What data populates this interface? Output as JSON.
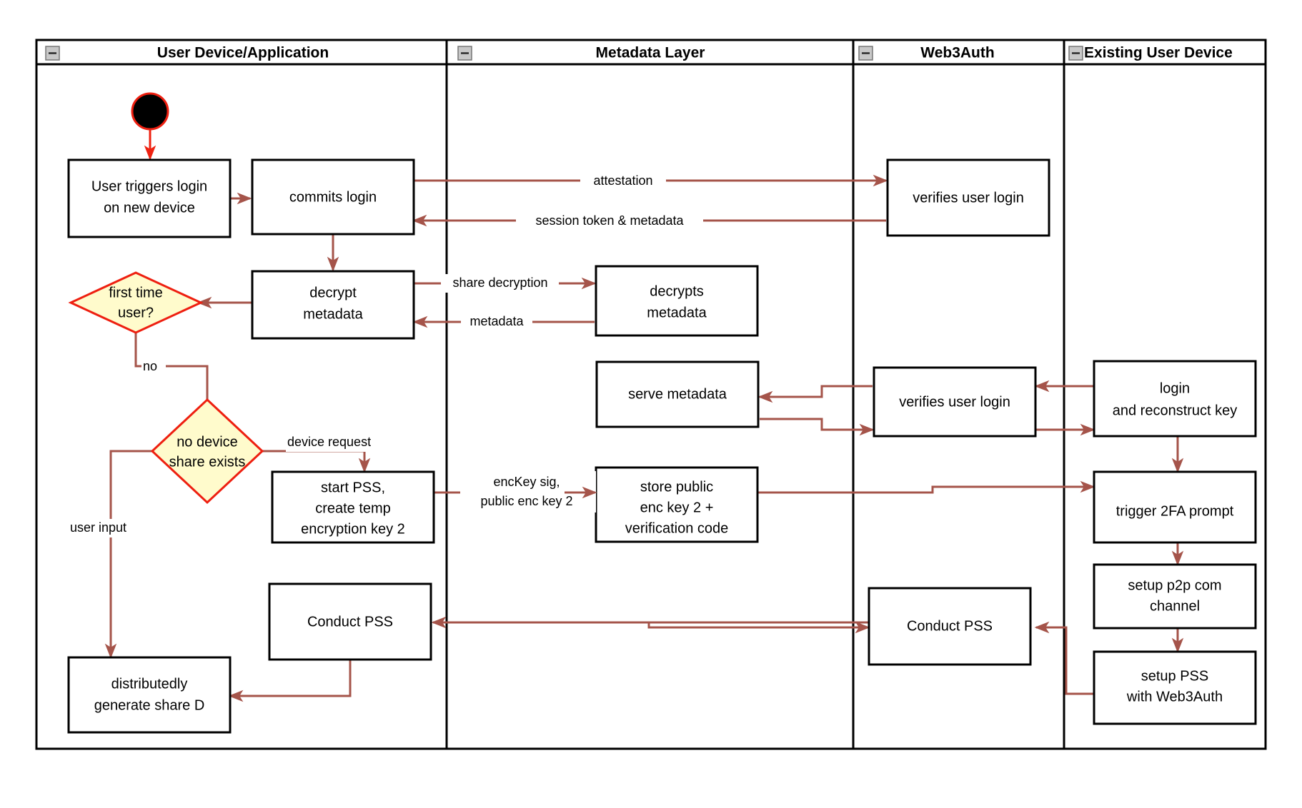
{
  "diagram": {
    "type": "swimlane-activity-diagram",
    "lanes": [
      {
        "id": "user-device",
        "title": "User Device/Application",
        "title_align": "center"
      },
      {
        "id": "metadata-layer",
        "title": "Metadata Layer",
        "title_align": "center"
      },
      {
        "id": "web3auth",
        "title": "Web3Auth",
        "title_align": "center"
      },
      {
        "id": "existing-user-device",
        "title": "Existing User Device",
        "title_align": "left"
      }
    ],
    "collapse_icon": "minus-box-icon",
    "colors": {
      "flow_arrow": "#a5544a",
      "start_node_fill": "#000000",
      "start_node_stroke": "#ee1f10",
      "decision_fill": "#fffbcc",
      "decision_stroke": "#ee1f10",
      "box_stroke": "#000000",
      "lane_stroke": "#000000"
    },
    "nodes": [
      {
        "id": "start",
        "lane": "user-device",
        "shape": "start",
        "label": ""
      },
      {
        "id": "user-triggers-login",
        "lane": "user-device",
        "shape": "process",
        "label": "User triggers login\non new device"
      },
      {
        "id": "commits-login",
        "lane": "user-device",
        "shape": "process",
        "label": "commits login"
      },
      {
        "id": "verifies-user-login-1",
        "lane": "web3auth",
        "shape": "process",
        "label": "verifies user login"
      },
      {
        "id": "decrypt-metadata",
        "lane": "user-device",
        "shape": "process",
        "label": "decrypt\nmetadata"
      },
      {
        "id": "decrypts-metadata",
        "lane": "metadata-layer",
        "shape": "process",
        "label": "decrypts\nmetadata"
      },
      {
        "id": "first-time-user",
        "lane": "user-device",
        "shape": "decision",
        "label": "first time\nuser?"
      },
      {
        "id": "serve-metadata",
        "lane": "metadata-layer",
        "shape": "process",
        "label": "serve metadata"
      },
      {
        "id": "verifies-user-login-2",
        "lane": "web3auth",
        "shape": "process",
        "label": "verifies user login"
      },
      {
        "id": "login-and-reconstruct-key",
        "lane": "existing-user-device",
        "shape": "process",
        "label": "login\nand reconstruct key"
      },
      {
        "id": "no-device-share-exists",
        "lane": "user-device",
        "shape": "decision",
        "label": "no device\nshare exists"
      },
      {
        "id": "start-pss-create-temp-key",
        "lane": "user-device",
        "shape": "process",
        "label": "start PSS,\ncreate temp\nencryption key 2"
      },
      {
        "id": "store-public-enc-key",
        "lane": "metadata-layer",
        "shape": "process",
        "label": "store public\nenc key 2 +\nverification code"
      },
      {
        "id": "trigger-2fa-prompt",
        "lane": "existing-user-device",
        "shape": "process",
        "label": "trigger 2FA prompt"
      },
      {
        "id": "setup-p2p-com-channel",
        "lane": "existing-user-device",
        "shape": "process",
        "label": "setup p2p com\nchannel"
      },
      {
        "id": "conduct-pss-user",
        "lane": "user-device",
        "shape": "process",
        "label": "Conduct PSS"
      },
      {
        "id": "conduct-pss-web3auth",
        "lane": "web3auth",
        "shape": "process",
        "label": "Conduct PSS"
      },
      {
        "id": "setup-pss-with-web3auth",
        "lane": "existing-user-device",
        "shape": "process",
        "label": "setup PSS\nwith Web3Auth"
      },
      {
        "id": "distributedly-generate-share-d",
        "lane": "user-device",
        "shape": "process",
        "label": "distributedly\ngenerate share D"
      }
    ],
    "node_labels": {
      "user_triggers_login_l1": "User triggers login",
      "user_triggers_login_l2": "on new device",
      "commits_login": "commits login",
      "verifies_user_login_1": "verifies user login",
      "decrypt_metadata_l1": "decrypt",
      "decrypt_metadata_l2": "metadata",
      "decrypts_metadata_l1": "decrypts",
      "decrypts_metadata_l2": "metadata",
      "first_time_user_l1": "first time",
      "first_time_user_l2": "user?",
      "serve_metadata": "serve metadata",
      "verifies_user_login_2": "verifies user login",
      "login_reconstruct_l1": "login",
      "login_reconstruct_l2": "and reconstruct key",
      "no_device_share_l1": "no device",
      "no_device_share_l2": "share exists",
      "start_pss_l1": "start PSS,",
      "start_pss_l2": "create temp",
      "start_pss_l3": "encryption key 2",
      "store_public_l1": "store public",
      "store_public_l2": "enc key 2 +",
      "store_public_l3": "verification code",
      "trigger_2fa": "trigger 2FA prompt",
      "setup_p2p_l1": "setup p2p com",
      "setup_p2p_l2": "channel",
      "conduct_pss_user": "Conduct PSS",
      "conduct_pss_web3auth": "Conduct PSS",
      "setup_pss_l1": "setup PSS",
      "setup_pss_l2": "with Web3Auth",
      "distributedly_l1": "distributedly",
      "distributedly_l2": "generate share D"
    },
    "edge_labels": {
      "attestation": "attestation",
      "session_token": "session token & metadata",
      "share_decryption": "share decryption",
      "metadata": "metadata",
      "no": "no",
      "device_request": "device request",
      "user_input": "user input",
      "enckey_sig_l1": "encKey sig,",
      "enckey_sig_l2": "public enc key 2"
    },
    "edges": [
      {
        "from": "start",
        "to": "user-triggers-login",
        "label": ""
      },
      {
        "from": "user-triggers-login",
        "to": "commits-login",
        "label": ""
      },
      {
        "from": "commits-login",
        "to": "verifies-user-login-1",
        "label": "attestation"
      },
      {
        "from": "verifies-user-login-1",
        "to": "commits-login",
        "label": "session token & metadata"
      },
      {
        "from": "commits-login",
        "to": "decrypt-metadata",
        "label": ""
      },
      {
        "from": "decrypt-metadata",
        "to": "decrypts-metadata",
        "label": "share decryption"
      },
      {
        "from": "decrypts-metadata",
        "to": "decrypt-metadata",
        "label": "metadata"
      },
      {
        "from": "decrypt-metadata",
        "to": "first-time-user",
        "label": ""
      },
      {
        "from": "first-time-user",
        "to": "no-device-share-exists",
        "label": "no"
      },
      {
        "from": "login-and-reconstruct-key",
        "to": "verifies-user-login-2",
        "label": ""
      },
      {
        "from": "verifies-user-login-2",
        "to": "serve-metadata",
        "label": ""
      },
      {
        "from": "serve-metadata",
        "to": "verifies-user-login-2",
        "label": ""
      },
      {
        "from": "verifies-user-login-2",
        "to": "login-and-reconstruct-key",
        "label": ""
      },
      {
        "from": "no-device-share-exists",
        "to": "start-pss-create-temp-key",
        "label": "device request"
      },
      {
        "from": "no-device-share-exists",
        "to": "distributedly-generate-share-d",
        "label": "user input"
      },
      {
        "from": "start-pss-create-temp-key",
        "to": "store-public-enc-key",
        "label": "encKey sig, public enc key 2"
      },
      {
        "from": "store-public-enc-key",
        "to": "trigger-2fa-prompt",
        "label": ""
      },
      {
        "from": "login-and-reconstruct-key",
        "to": "trigger-2fa-prompt",
        "label": ""
      },
      {
        "from": "trigger-2fa-prompt",
        "to": "setup-p2p-com-channel",
        "label": ""
      },
      {
        "from": "setup-p2p-com-channel",
        "to": "setup-pss-with-web3auth",
        "label": ""
      },
      {
        "from": "setup-pss-with-web3auth",
        "to": "conduct-pss-web3auth",
        "label": ""
      },
      {
        "from": "conduct-pss-web3auth",
        "to": "conduct-pss-user",
        "label": ""
      },
      {
        "from": "conduct-pss-user",
        "to": "distributedly-generate-share-d",
        "label": ""
      }
    ]
  }
}
